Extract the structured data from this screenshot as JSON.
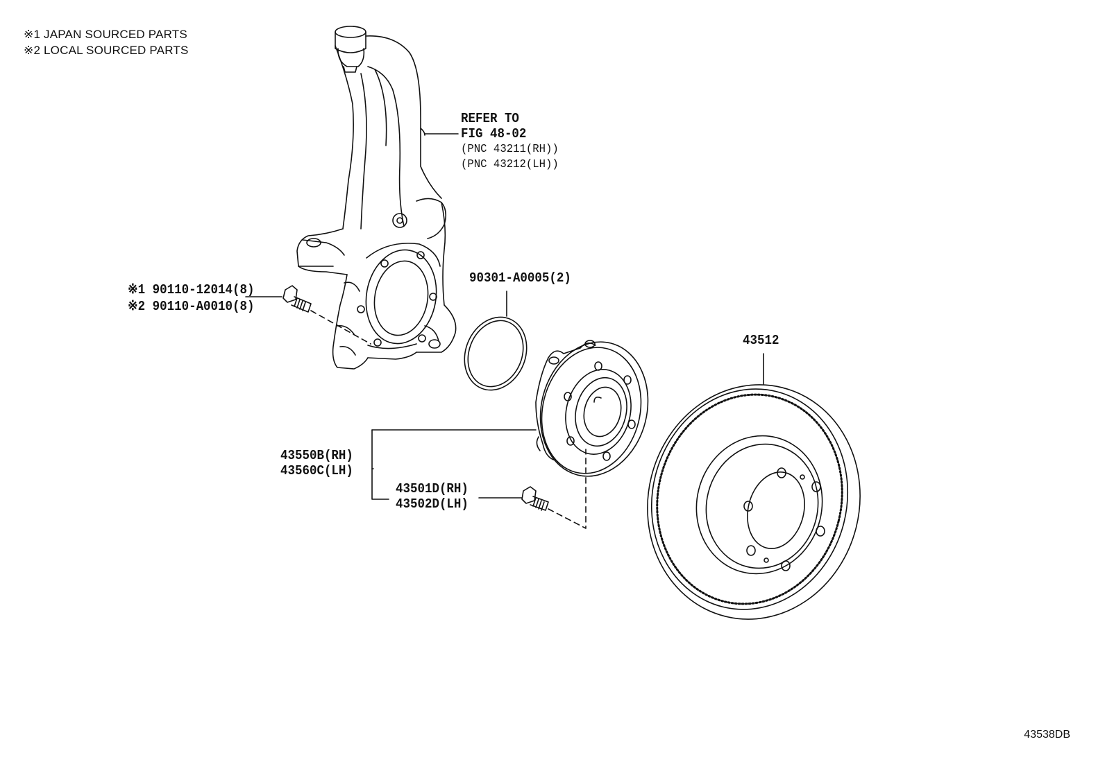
{
  "legend": [
    "※1 JAPAN SOURCED PARTS",
    "※2 LOCAL SOURCED PARTS"
  ],
  "knuckle": {
    "refer_line1": "REFER TO",
    "refer_line2": "FIG 48-02",
    "pnc_rh": "(PNC 43211(RH))",
    "pnc_lh": "(PNC 43212(LH))"
  },
  "bolt": {
    "part1": "※1 90110-12014(8)",
    "part2": "※2 90110-A0010(8)"
  },
  "o_ring": {
    "part": "90301-A0005(2)"
  },
  "hub": {
    "part_rh": "43550B(RH)",
    "part_lh": "43560C(LH)"
  },
  "hub_bolt": {
    "part_rh": "43501D(RH)",
    "part_lh": "43502D(LH)"
  },
  "rotor": {
    "part": "43512"
  },
  "figure_id": "43538DB"
}
